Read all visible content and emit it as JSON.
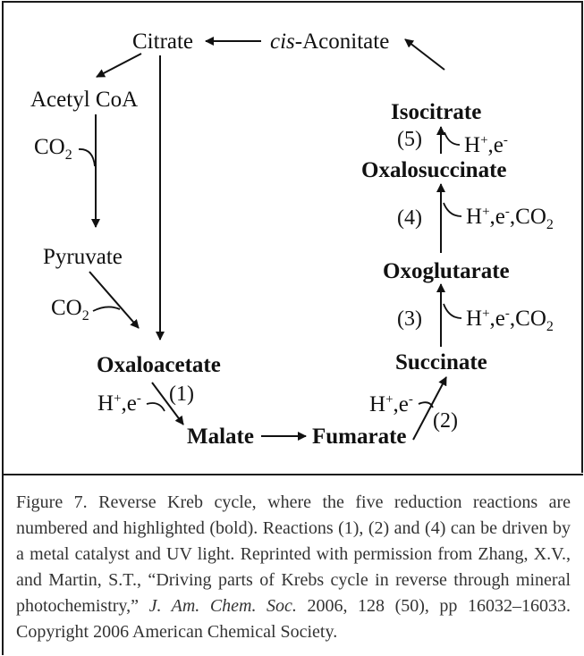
{
  "diagram": {
    "nodes": {
      "citrate": "Citrate",
      "cis_prefix": "cis",
      "cis_rest": "-Aconitate",
      "acetyl_coa": "Acetyl CoA",
      "pyruvate": "Pyruvate",
      "oxaloacetate": "Oxaloacetate",
      "malate": "Malate",
      "fumarate": "Fumarate",
      "succinate": "Succinate",
      "oxoglutarate": "Oxoglutarate",
      "oxalosuccinate": "Oxalosuccinate",
      "isocitrate": "Isocitrate"
    },
    "steps": {
      "s1": "(1)",
      "s2": "(2)",
      "s3": "(3)",
      "s4": "(4)",
      "s5": "(5)"
    },
    "inputs": {
      "co2_base": "CO",
      "co2_sub": "2",
      "h_base": "H",
      "plus": "+",
      "e_base": ",e",
      "minus": "-",
      "co2_tail": ",CO"
    }
  },
  "caption": {
    "part1": "Figure 7. Reverse Kreb cycle, where the five reduction reactions are numbered and highlighted (bold). Reactions (1), (2) and (4) can be driven by a metal catalyst and UV light. Reprinted with permission from Zhang, X.V., and Martin, S.T., “Driving parts of Krebs cycle in reverse through mineral photochemistry,” ",
    "journal": "J. Am. Chem. Soc.",
    "part2": " 2006, 128 (50), pp 16032–16033. Copyright 2006 American Chemical Society."
  }
}
